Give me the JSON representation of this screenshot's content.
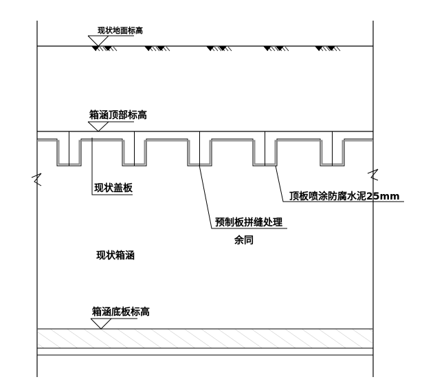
{
  "labels": {
    "ground_elevation": "现状地面标高",
    "culvert_top_elevation": "箱涵顶部标高",
    "existing_cover_slab": "现状盖板",
    "precast_joint_treatment": "预制板拼缝处理",
    "same_elsewhere": "余同",
    "top_slab_coating": "顶板喷涂防腐水泥25mm",
    "existing_culvert": "现状箱涵",
    "culvert_bottom_elevation": "箱涵底板标高"
  },
  "colors": {
    "line": "#000000",
    "coating": "#8a8a8a",
    "hatch": "#9a9a9a"
  }
}
